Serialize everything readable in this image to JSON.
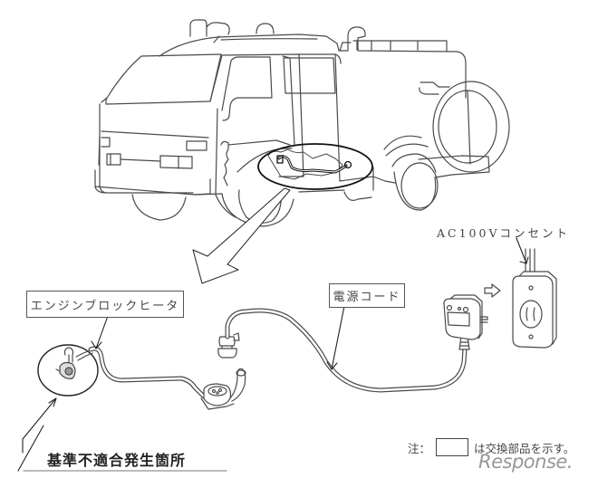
{
  "diagram": {
    "subject": "Fire truck engine block heater wiring",
    "labels": {
      "engine_block_heater": "エンジンブロックヒータ",
      "power_cord": "電源コード",
      "ac_outlet": "AC100Vコンセント",
      "defect_location": "基準不適合発生箇所"
    },
    "note": {
      "prefix": "注：",
      "suffix": "は交換部品を示す。"
    },
    "watermark": "Response."
  },
  "colors": {
    "line": "#4a4a4a",
    "highlight_line": "#111111",
    "background": "#ffffff"
  }
}
